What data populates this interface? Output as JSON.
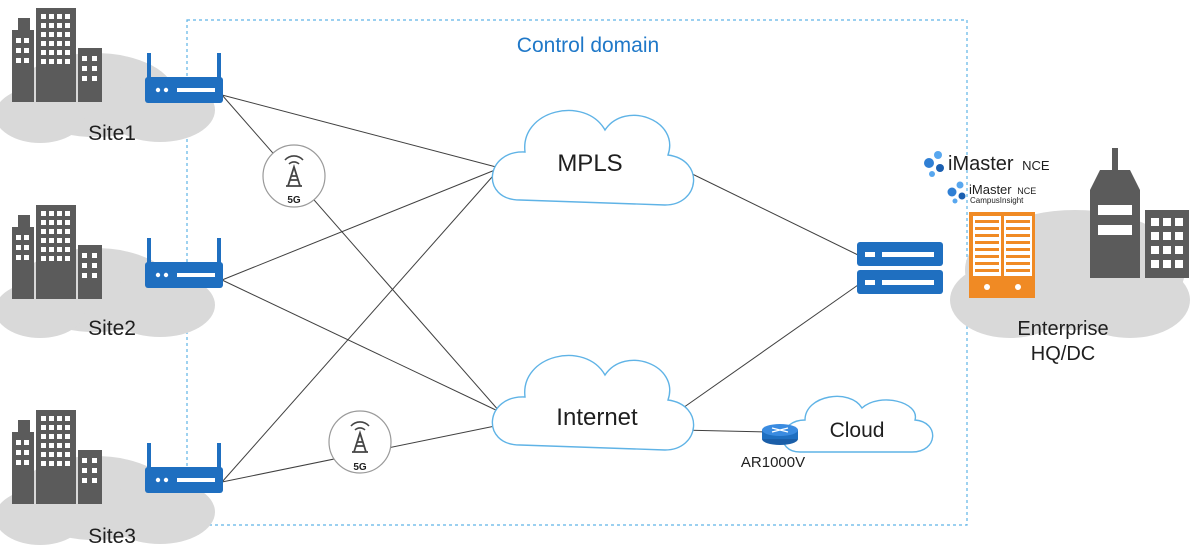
{
  "control_domain": {
    "label": "Control domain"
  },
  "sites": [
    {
      "label": "Site1"
    },
    {
      "label": "Site2"
    },
    {
      "label": "Site3"
    }
  ],
  "wan": {
    "mpls": {
      "label": "MPLS"
    },
    "internet": {
      "label": "Internet"
    }
  },
  "cloud": {
    "label": "Cloud"
  },
  "vrouter": {
    "label": "AR1000V"
  },
  "wireless": [
    {
      "label": "5G"
    },
    {
      "label": "5G"
    }
  ],
  "hq": {
    "label_line1": "Enterprise",
    "label_line2": "HQ/DC"
  },
  "controllers": [
    {
      "name": "iMaster",
      "suffix": "NCE",
      "sub": ""
    },
    {
      "name": "iMaster",
      "suffix": "NCE",
      "sub": "CampusInsight"
    }
  ],
  "colors": {
    "device_blue": "#1f6fc0",
    "cloud_gray": "#d9d9d9",
    "building_gray": "#5b5b5b",
    "server_orange": "#f08a24",
    "domain_border": "#5fb3e6",
    "domain_text": "#1f78c8",
    "line": "#404040"
  }
}
